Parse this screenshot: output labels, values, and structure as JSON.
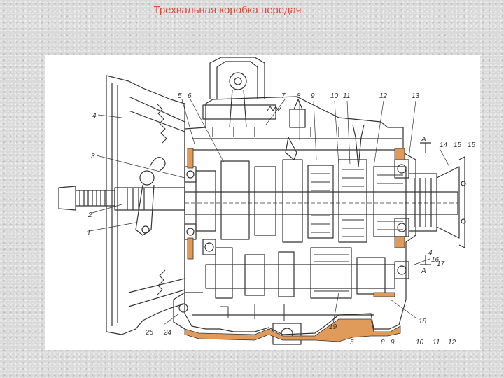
{
  "slide": {
    "title": "Трехвальная коробка передач"
  },
  "colors": {
    "title": "#d94f3c",
    "line": "#333333",
    "highlight": "#e09a5a",
    "paper": "#ffffff"
  },
  "labels": {
    "l1": "1",
    "l2": "2",
    "l3": "3",
    "l4": "4",
    "l5": "5",
    "l6": "6",
    "l7": "7",
    "l8": "8",
    "l9": "9",
    "l10": "10",
    "l11": "11",
    "l12": "12",
    "l13": "13",
    "l14": "14",
    "l15": "15",
    "l15b": "15",
    "l16": "16",
    "l17": "17",
    "l18": "18",
    "l19": "19",
    "l24": "24",
    "l25": "25",
    "l4b": "4",
    "b5": "5",
    "b8": "8",
    "b9": "9",
    "b10": "10",
    "b11": "11",
    "b12": "12",
    "sectionA": "A",
    "sectionA2": "A"
  }
}
